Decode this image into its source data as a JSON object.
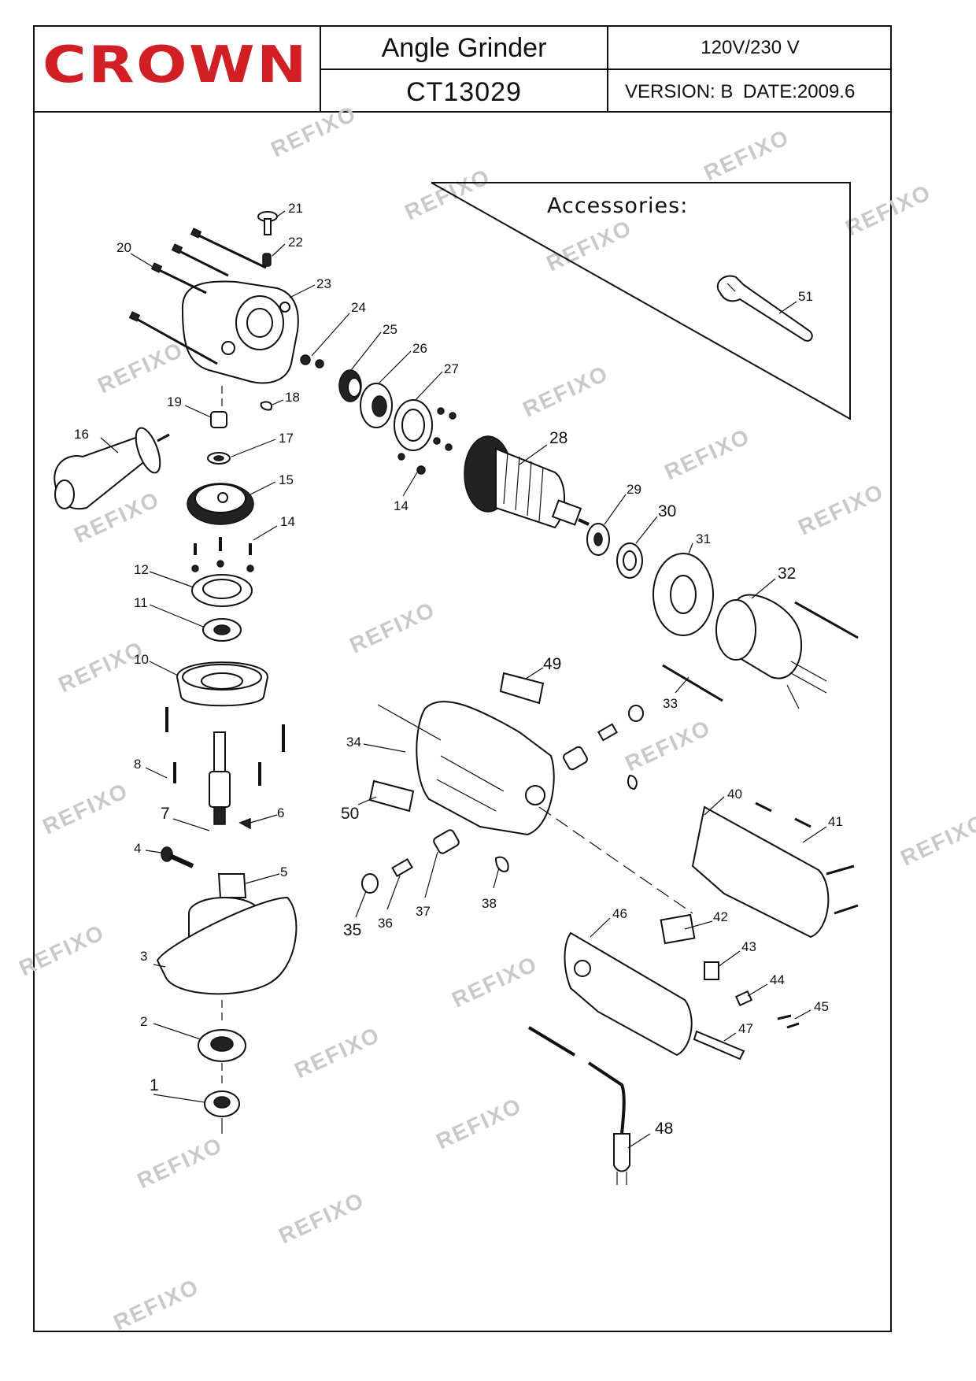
{
  "header": {
    "brand": "CROWN",
    "product": "Angle Grinder",
    "model": "CT13029",
    "voltage": "120V/230 V",
    "version": "VERSION: B",
    "date": "DATE:2009.6"
  },
  "accessories": {
    "title": "Accessories:"
  },
  "watermark": "REFIXO",
  "part_numbers": [
    "1",
    "2",
    "3",
    "4",
    "5",
    "6",
    "7",
    "8",
    "10",
    "11",
    "12",
    "14",
    "15",
    "16",
    "17",
    "18",
    "19",
    "20",
    "21",
    "22",
    "23",
    "24",
    "25",
    "26",
    "27",
    "28",
    "29",
    "30",
    "31",
    "32",
    "33",
    "34",
    "35",
    "36",
    "37",
    "38",
    "14",
    "40",
    "41",
    "42",
    "43",
    "44",
    "45",
    "46",
    "47",
    "48",
    "49",
    "50",
    "51"
  ],
  "colors": {
    "brand": "#d21f26",
    "line": "#111111",
    "watermark": "#c9c9c9"
  }
}
